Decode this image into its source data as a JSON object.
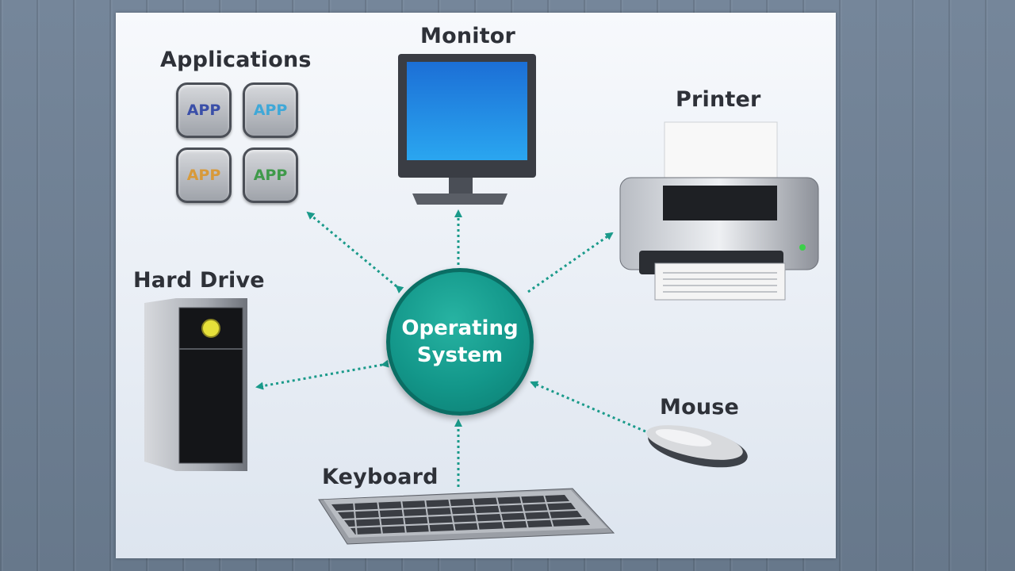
{
  "diagram": {
    "center": {
      "line1": "Operating",
      "line2": "System"
    },
    "labels": {
      "applications": "Applications",
      "monitor": "Monitor",
      "printer": "Printer",
      "hard_drive": "Hard Drive",
      "mouse": "Mouse",
      "keyboard": "Keyboard"
    },
    "app_tiles": [
      {
        "text": "APP",
        "color": "#3a4fa8"
      },
      {
        "text": "APP",
        "color": "#3fa8d8"
      },
      {
        "text": "APP",
        "color": "#d89a3a"
      },
      {
        "text": "APP",
        "color": "#3f9a4a"
      }
    ]
  },
  "colors": {
    "accent": "#13978a",
    "arrow": "#1a9a8a",
    "wall": "#6f7f92",
    "panel": "#eef2f7"
  }
}
